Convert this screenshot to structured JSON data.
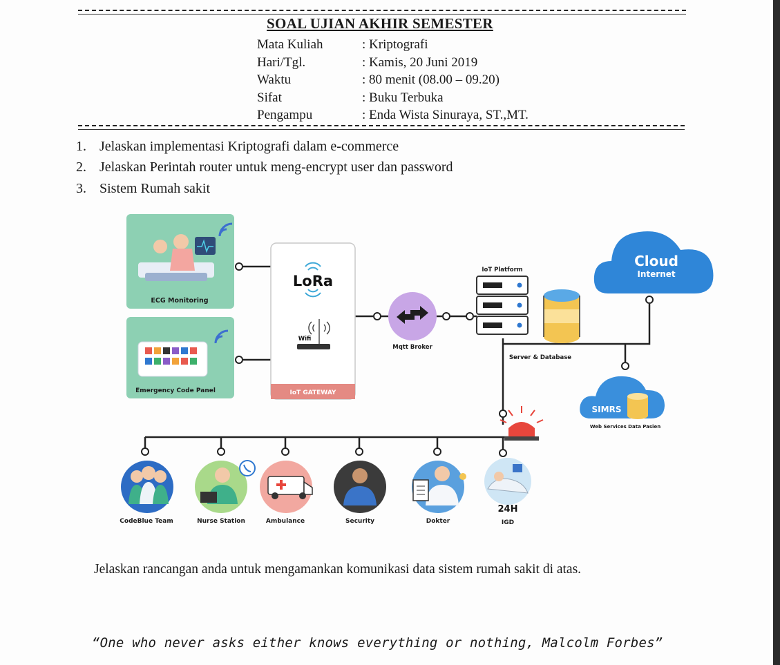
{
  "header": {
    "title": "SOAL UJIAN AKHIR SEMESTER",
    "fields": [
      {
        "label": "Mata Kuliah",
        "value": ": Kriptografi"
      },
      {
        "label": "Hari/Tgl.",
        "value": ": Kamis, 20 Juni 2019"
      },
      {
        "label": "Waktu",
        "value": ": 80 menit (08.00 – 09.20)"
      },
      {
        "label": "Sifat",
        "value": ": Buku Terbuka"
      },
      {
        "label": "Pengampu",
        "value": ": Enda Wista Sinuraya, ST.,MT."
      }
    ]
  },
  "questions": [
    {
      "num": "1.",
      "text": "Jelaskan implementasi Kriptografi dalam e-commerce"
    },
    {
      "num": "2.",
      "text": "Jelaskan Perintah router untuk meng-encrypt user dan password"
    },
    {
      "num": "3.",
      "text": "Sistem Rumah sakit"
    }
  ],
  "diagram": {
    "ecg_label": "ECG Monitoring",
    "panel_label": "Emergency Code Panel",
    "lora": "LoRa",
    "wifi": "Wifi",
    "gateway": "IoT GATEWAY",
    "mqtt": "Mqtt Broker",
    "iot_platform": "IoT Platform",
    "server_db": "Server & Database",
    "cloud_line1": "Cloud",
    "cloud_line2": "Internet",
    "simrs": "SIMRS",
    "simrs_sub": "Web Services Data Pasien",
    "h24": "24H",
    "nodes": [
      "CodeBlue Team",
      "Nurse Station",
      "Ambulance",
      "Security",
      "Dokter",
      "IGD"
    ]
  },
  "instruction": "Jelaskan rancangan anda untuk mengamankan komunikasi data sistem rumah sakit di atas.",
  "quote": "“One who never asks either knows everything or nothing, Malcolm Forbes”"
}
